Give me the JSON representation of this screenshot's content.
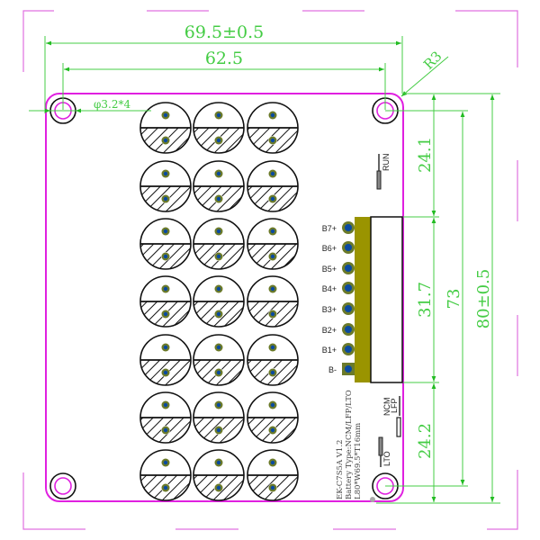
{
  "drawing": {
    "colors": {
      "board_outline": "#e020e0",
      "dimension": "#44cc44",
      "hole_outer": "#111111",
      "hole_inner": "#e020e0",
      "cell_outline": "#111111",
      "pad_ring": "#6b7a2a",
      "pad_center": "#0a4aa0",
      "connector_body": "#9a9400",
      "frame": "#e070e0"
    },
    "dimensions": {
      "overall_width": "69.5±0.5",
      "hole_spacing_width": "62.5",
      "corner_radius": "R3",
      "hole_diameter": "φ3.2*4",
      "top_to_connector": "24.1",
      "connector_length": "31.7",
      "hole_spacing_height": "73",
      "overall_height": "80±0.5",
      "connector_to_bottom": "24.2"
    },
    "connector": {
      "pins": [
        "B7+",
        "B6+",
        "B5+",
        "B4+",
        "B3+",
        "B2+",
        "B1+",
        "B-"
      ]
    },
    "silkscreen": {
      "run_label": "RUN",
      "ncm_label": "NCM",
      "lfp_label": "LFP",
      "lto_label": "LTO",
      "model": "EK-C7S5A  V1.2",
      "battery_type": "Battery  Type:NCM/LFP/LTO",
      "size": "L80*W69.5*T16mm"
    },
    "cell_grid": {
      "columns": 3,
      "rows": 7
    }
  }
}
